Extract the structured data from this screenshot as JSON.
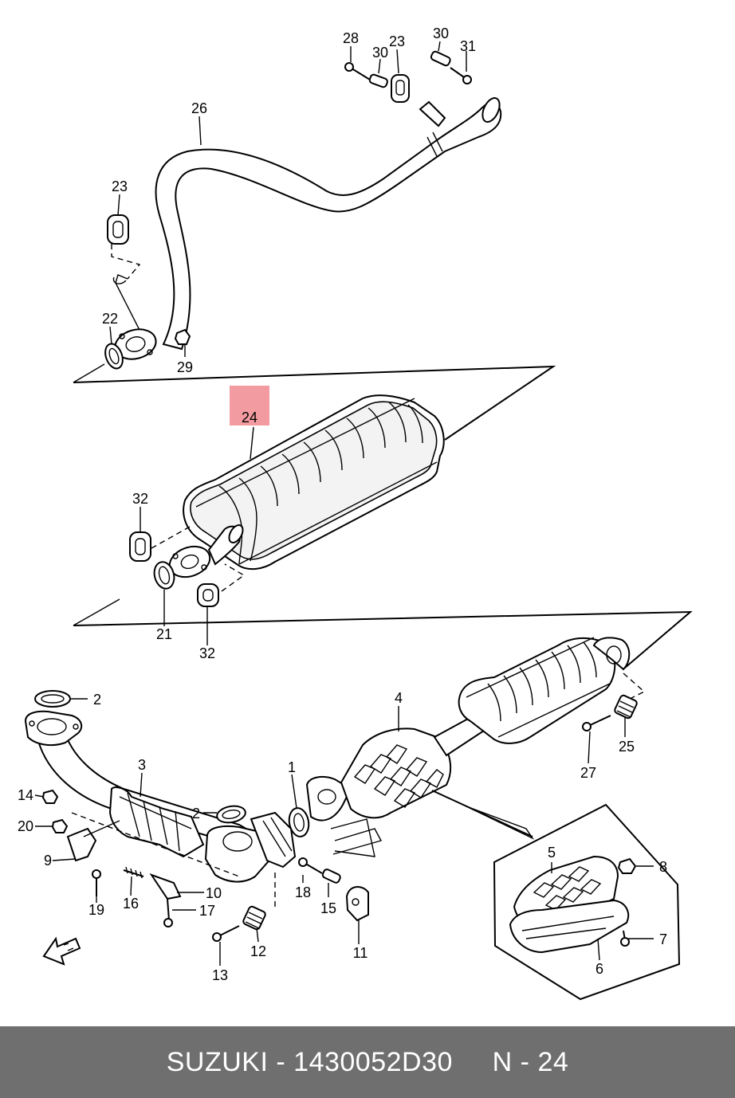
{
  "footer": {
    "brand": "SUZUKI",
    "separator": "-",
    "part_number": "1430052D30",
    "ref_prefix": "N",
    "ref_separator": "-",
    "ref_number": "24"
  },
  "callouts": {
    "c1": "1",
    "c2a": "2",
    "c2b": "2",
    "c3": "3",
    "c4": "4",
    "c5": "5",
    "c6": "6",
    "c7": "7",
    "c8": "8",
    "c9": "9",
    "c10": "10",
    "c11": "11",
    "c12": "12",
    "c13": "13",
    "c14": "14",
    "c15": "15",
    "c16": "16",
    "c17": "17",
    "c18": "18",
    "c19": "19",
    "c20": "20",
    "c21": "21",
    "c22": "22",
    "c23a": "23",
    "c23b": "23",
    "c24": "24",
    "c25": "25",
    "c26": "26",
    "c27": "27",
    "c28": "28",
    "c29": "29",
    "c30a": "30",
    "c30b": "30",
    "c31": "31",
    "c32a": "32",
    "c32b": "32"
  },
  "highlight": {
    "part": "24",
    "color": "#f08a8f"
  },
  "icons": {
    "front_arrow": "front-arrow-icon"
  }
}
